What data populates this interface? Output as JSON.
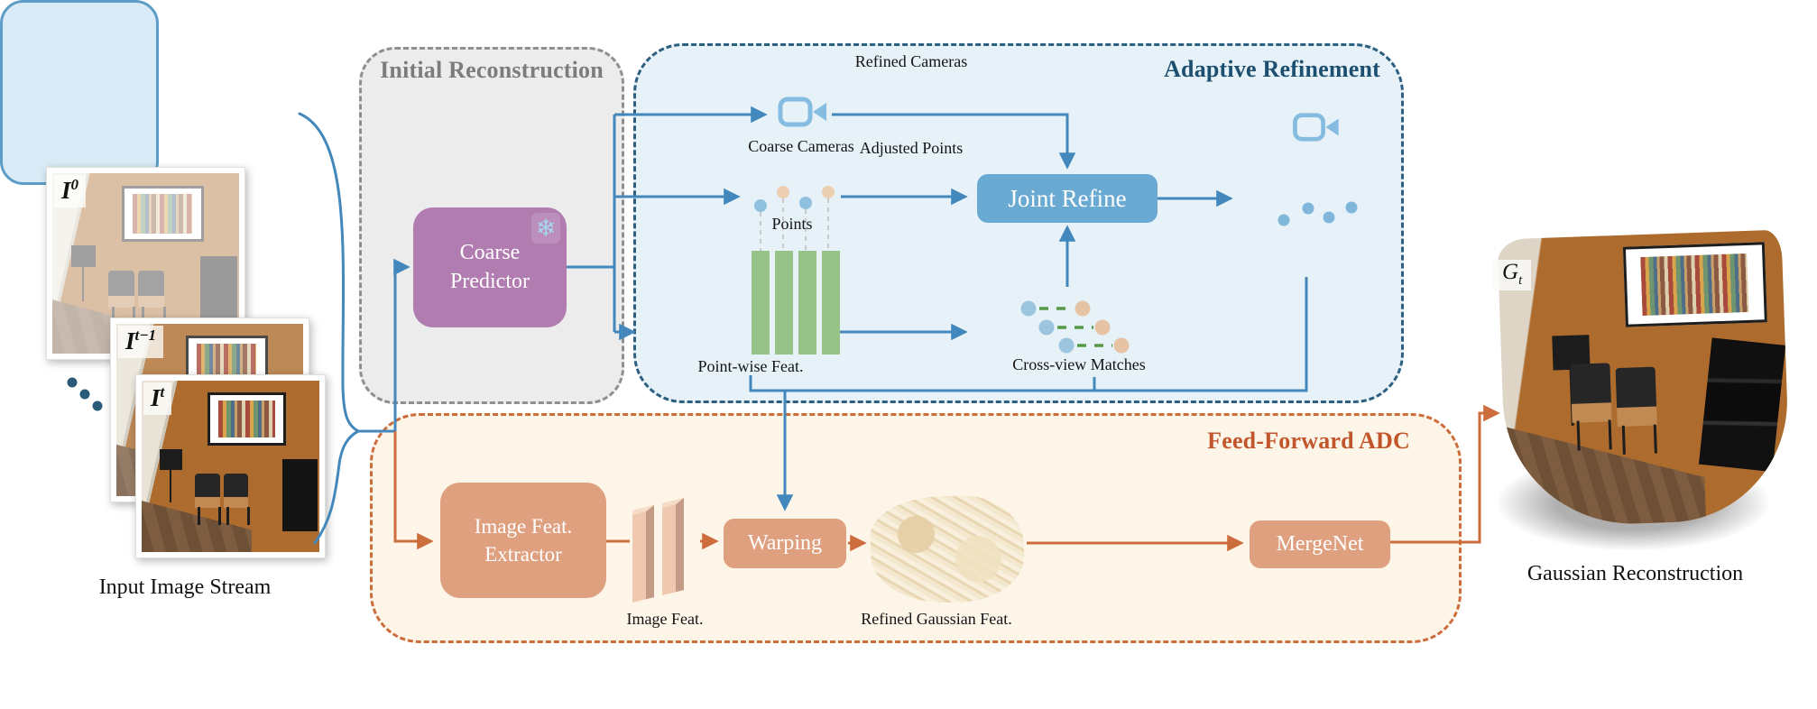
{
  "colors": {
    "blue_accent": "#4288bc",
    "orange_accent": "#cd6d3d",
    "initial_region_bg": "#ececec",
    "initial_region_border": "#8f8f8f",
    "adaptive_region_bg": "#e6f2f8",
    "adaptive_region_border": "#2d5f80",
    "feedforward_region_bg": "#fdf6e8",
    "feedforward_region_border": "#cd6d3d",
    "coarse_predictor_bg": "#b17cb0",
    "joint_refine_bg": "#6aaad2",
    "refined_box_bg": "#d8ebf6",
    "refined_box_border": "#5d9dc7",
    "orange_node_bg": "#dfa080",
    "feature_bar_green": "#97c287",
    "match_line_green": "#569a47",
    "point_dot_blue": "#8fc1de",
    "point_dot_orange": "#edd0b2"
  },
  "input_stream": {
    "caption": "Input Image Stream",
    "frames": [
      {
        "base": "I",
        "sup": "0"
      },
      {
        "base": "I",
        "sup": "t−1"
      },
      {
        "base": "I",
        "sup": "t"
      }
    ]
  },
  "initial_reconstruction": {
    "title": "Initial Reconstruction",
    "coarse_predictor": {
      "line1": "Coarse",
      "line2": "Predictor"
    },
    "frozen_icon": "❄"
  },
  "adaptive_refinement": {
    "title": "Adaptive Refinement",
    "coarse_cameras_label": "Coarse Cameras",
    "points_label": "Points",
    "pointwise_feat_label": "Point-wise Feat.",
    "joint_refine_label": "Joint Refine",
    "crossview_label": "Cross-view Matches",
    "refined_cameras_label": "Refined Cameras",
    "adjusted_points_label": "Adjusted Points"
  },
  "feed_forward_adc": {
    "title": "Feed-Forward ADC",
    "extractor": {
      "line1": "Image Feat.",
      "line2": "Extractor"
    },
    "image_feat_label": "Image Feat.",
    "warping_label": "Warping",
    "refined_gaussian_label": "Refined Gaussian Feat.",
    "mergenet_label": "MergeNet"
  },
  "output": {
    "gaussian_label": {
      "base": "G",
      "sub": "t"
    },
    "caption": "Gaussian Reconstruction"
  }
}
